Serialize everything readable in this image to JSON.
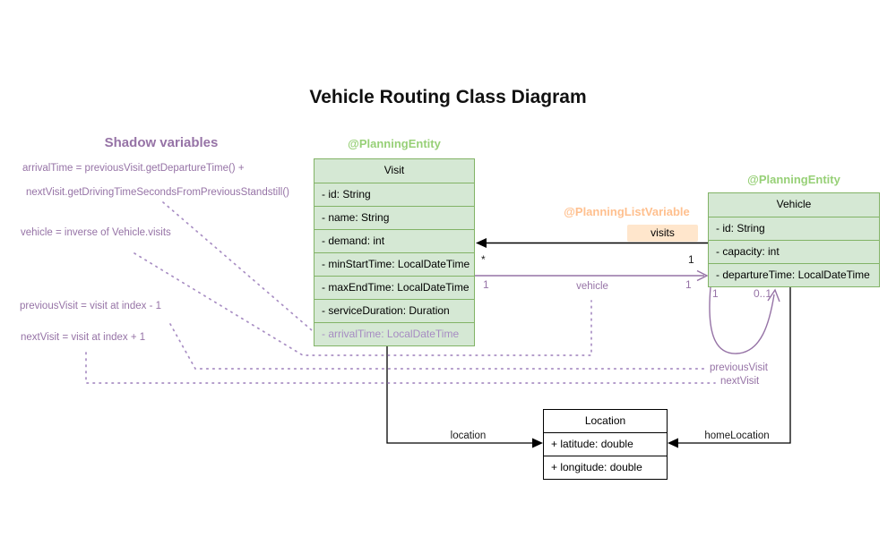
{
  "title": "Vehicle Routing Class Diagram",
  "shadow": {
    "heading": "Shadow variables",
    "lines": [
      "arrivalTime = previousVisit.getDepartureTime() +",
      "nextVisit.getDrivingTimeSecondsFromPreviousStandstill()",
      "vehicle = inverse of Vehicle.visits",
      "previousVisit = visit at index - 1",
      "nextVisit = visit at index + 1"
    ]
  },
  "classes": {
    "visit": {
      "stereotype": "@PlanningEntity",
      "name": "Visit",
      "attributes": [
        "- id: String",
        "- name: String",
        "- demand: int",
        "- minStartTime: LocalDateTime",
        "- maxEndTime: LocalDateTime",
        "- serviceDuration: Duration",
        "- arrivalTime: LocalDateTime"
      ]
    },
    "vehicle": {
      "stereotype": "@PlanningEntity",
      "name": "Vehicle",
      "attributes": [
        "- id: String",
        "- capacity: int",
        "- departureTime: LocalDateTime"
      ]
    },
    "location": {
      "name": "Location",
      "attributes": [
        "+ latitude: double",
        "+ longitude: double"
      ]
    }
  },
  "associations": {
    "visits": {
      "stereotype": "@PlanningListVariable",
      "label": "visits",
      "mult_visit_end": "*",
      "mult_vehicle_end": "1"
    },
    "vehicle": {
      "label": "vehicle",
      "mult_visit_end": "1",
      "mult_vehicle_end": "1"
    },
    "self_loop": {
      "mult_left": "1",
      "mult_right": "0..1"
    },
    "location": {
      "label": "location"
    },
    "home_location": {
      "label": "homeLocation"
    },
    "previous_visit": {
      "label": "previousVisit"
    },
    "next_visit": {
      "label": "nextVisit"
    }
  },
  "colors": {
    "green_border": "#82b366",
    "green_fill": "#d5e8d4",
    "green_stereotype_text": "#97d077",
    "orange_fill": "#ffe6cc",
    "orange_stereotype_text": "#ffc08f",
    "purple": "#9673a6",
    "purple_shadow_attribute": "#a68bc2",
    "line_black": "#000000"
  }
}
